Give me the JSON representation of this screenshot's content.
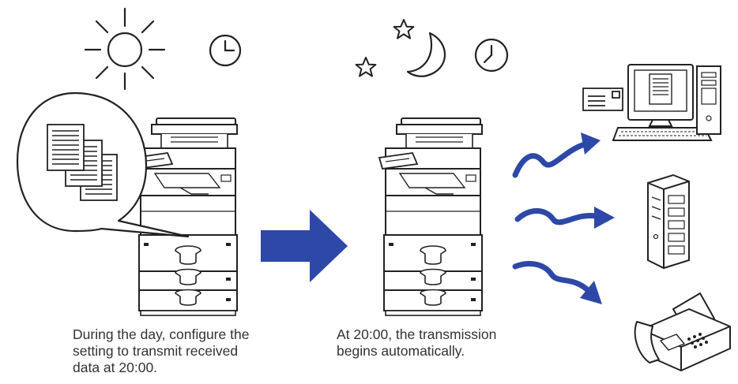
{
  "captions": {
    "day": {
      "line1": "During the day, configure the",
      "line2": "setting to transmit received",
      "line3": "data at 20:00."
    },
    "night": {
      "line1": "At 20:00, the transmission",
      "line2": "begins automatically."
    }
  },
  "colors": {
    "ink": "#222222",
    "arrow_blue": "#2e48a8",
    "caption_text": "#333333",
    "background": "#ffffff"
  },
  "icons": [
    "sun-icon",
    "day-clock-icon",
    "star-icon",
    "moon-icon",
    "night-clock-icon",
    "document-stack-icon",
    "mfp-printer-icon",
    "transition-arrow-icon",
    "transmission-arrow-icon",
    "computer-icon",
    "envelope-icon",
    "server-icon",
    "fax-machine-icon"
  ]
}
